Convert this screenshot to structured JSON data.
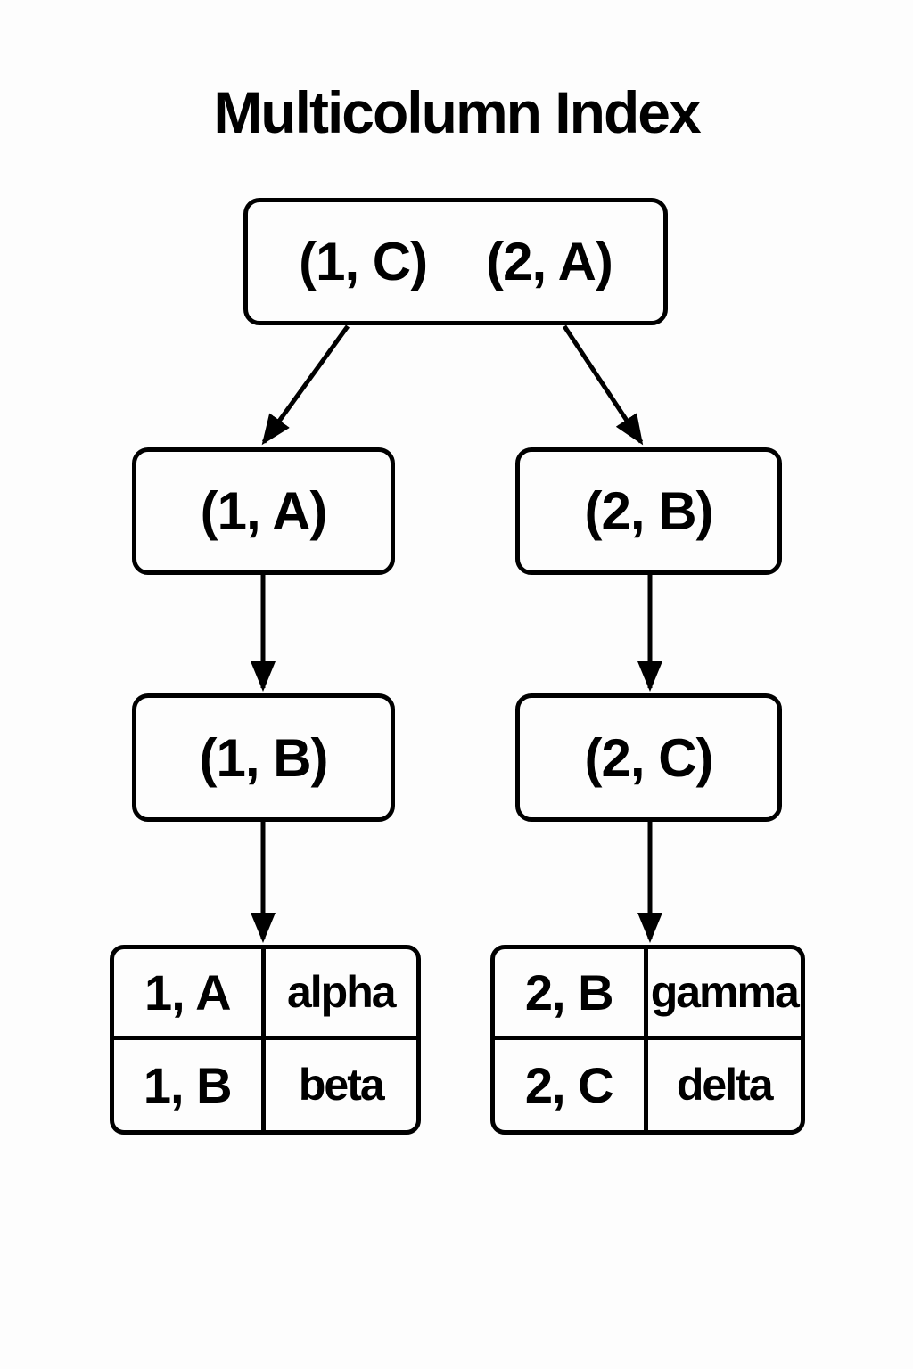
{
  "title": "Multicolumn Index",
  "tree": {
    "root": {
      "keys": [
        "(1, C)",
        "(2, A)"
      ]
    },
    "level2": [
      {
        "label": "(1, A)"
      },
      {
        "label": "(2, B)"
      }
    ],
    "level3": [
      {
        "label": "(1, B)"
      },
      {
        "label": "(2, C)"
      }
    ],
    "leaf_tables": [
      {
        "rows": [
          {
            "key": "1, A",
            "value": "alpha"
          },
          {
            "key": "1, B",
            "value": "beta"
          }
        ]
      },
      {
        "rows": [
          {
            "key": "2, B",
            "value": "gamma"
          },
          {
            "key": "2, C",
            "value": "delta"
          }
        ]
      }
    ]
  },
  "colors": {
    "background": "#fdfdfd",
    "stroke": "#000000",
    "text": "#000000"
  }
}
